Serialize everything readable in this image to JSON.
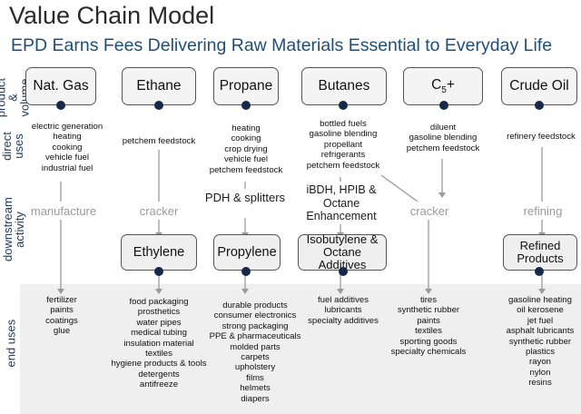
{
  "header": {
    "title": "Value Chain Model",
    "subtitle": "EPD Earns Fees Delivering Raw Materials Essential to Everyday Life"
  },
  "row_labels": {
    "product_volume": "product & volume",
    "direct_uses": "direct uses",
    "downstream_activity": "downstream activity",
    "end_uses": "end uses"
  },
  "products": [
    {
      "name": "Nat. Gas",
      "direct_uses": [
        "electric generation",
        "heating",
        "cooking",
        "vehicle fuel",
        "industrial fuel"
      ],
      "downstream": "manufacture",
      "end_uses": [
        "fertilizer",
        "paints",
        "coatings",
        "glue"
      ]
    },
    {
      "name": "Ethane",
      "direct_uses": [
        "petchem feedstock"
      ],
      "downstream": "cracker",
      "intermediate": "Ethylene",
      "end_uses": [
        "food packaging",
        "prosthetics",
        "water pipes",
        "medical tubing",
        "insulation material",
        "textiles",
        "hygiene products & tools",
        "detergents",
        "antifreeze"
      ]
    },
    {
      "name": "Propane",
      "direct_uses": [
        "heating",
        "cooking",
        "crop drying",
        "vehicle fuel",
        "petchem feedstock"
      ],
      "downstream": "PDH & splitters",
      "intermediate": "Propylene",
      "end_uses": [
        "durable products",
        "consumer electronics",
        "strong packaging",
        "PPE & pharmaceuticals",
        "molded parts",
        "carpets",
        "upholstery",
        "films",
        "helmets",
        "diapers"
      ]
    },
    {
      "name": "Butanes",
      "direct_uses": [
        "bottled fuels",
        "gasoline blending",
        "propellant",
        "refrigerants",
        "petchem feedstock"
      ],
      "downstream": "iBDH, HPIB & Octane Enhancement",
      "intermediate": "Isobutylene & Octane Additives",
      "end_uses": [
        "fuel additives",
        "lubricants",
        "specialty additives"
      ]
    },
    {
      "name": "C",
      "name_sub": "5",
      "name_suffix": "+",
      "direct_uses": [
        "diluent",
        "gasoline blending",
        "petchem feedstock"
      ],
      "downstream": "cracker",
      "end_uses": [
        "tires",
        "synthetic rubber",
        "paints",
        "textiles",
        "sporting goods",
        "specialty chemicals"
      ]
    },
    {
      "name": "Crude Oil",
      "direct_uses": [
        "refinery feedstock"
      ],
      "downstream": "refining",
      "intermediate": "Refined Products",
      "end_uses": [
        "gasoline heating",
        "oil kerosene",
        "jet fuel",
        "asphalt lubricants",
        "synthetic rubber",
        "plastics",
        "rayon",
        "nylon",
        "resins"
      ]
    }
  ],
  "colors": {
    "accent": "#1f4e79",
    "dot": "#16294a",
    "band": "#efefef"
  }
}
